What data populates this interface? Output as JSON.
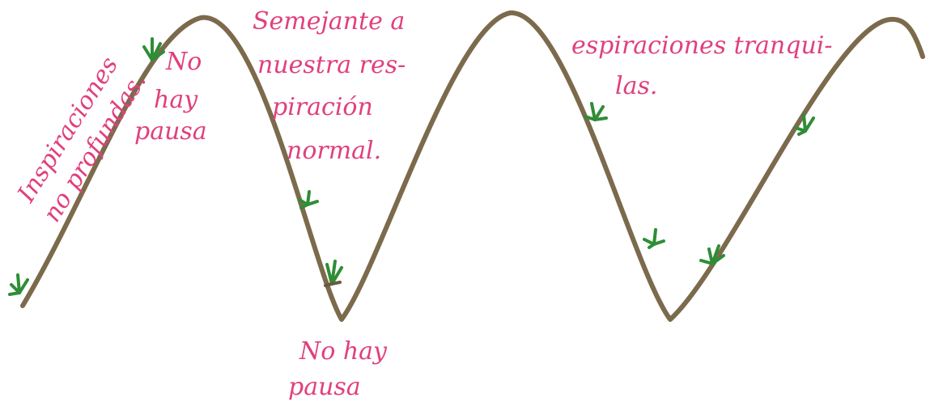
{
  "notes": {
    "left_line1": "Inspiraciones",
    "left_line2": "no profundas.",
    "peak1_line1": "No",
    "peak1_line2": "hay",
    "peak1_line3": "pausa",
    "middle_line1": "Semejante a",
    "middle_line2": "nuestra res-",
    "middle_line3": "piración",
    "middle_line4": "normal.",
    "trough_line1": "No hay",
    "trough_line2": "pausa",
    "right_line1": "espiraciones tranqui-",
    "right_line2": "las."
  },
  "colors": {
    "ink": "#e0407e",
    "curve": "#7c6a4c",
    "grass": "#2f8d36"
  }
}
